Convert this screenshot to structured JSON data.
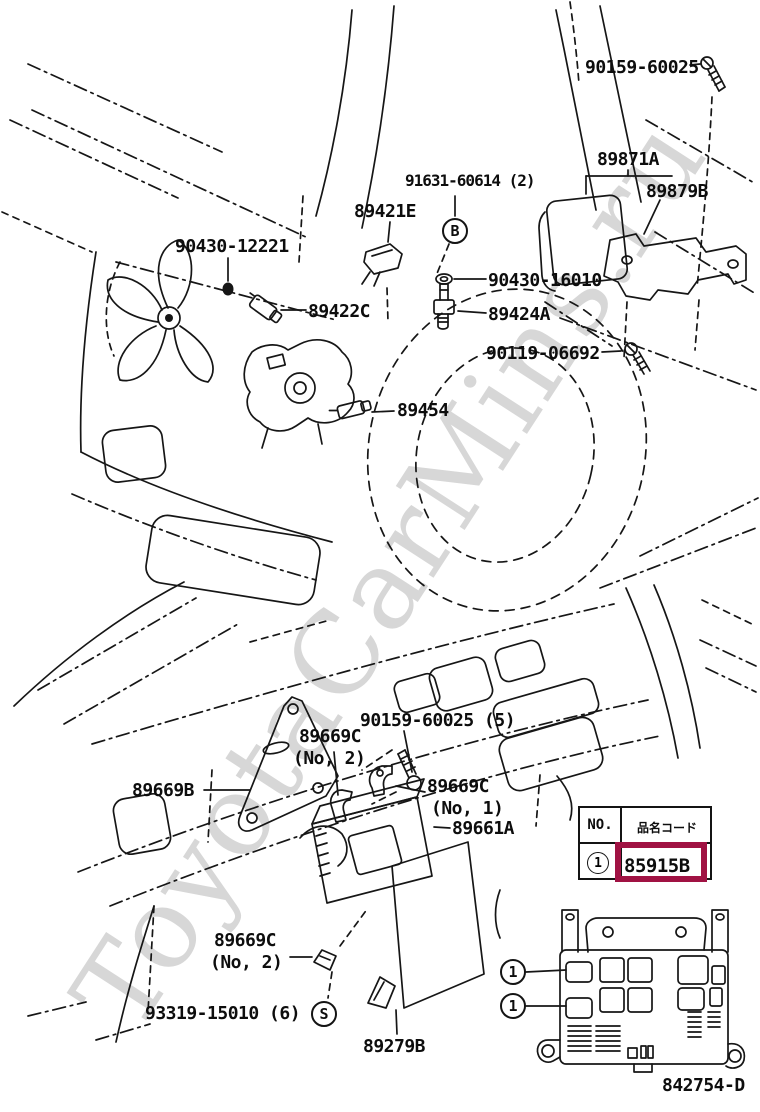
{
  "watermark": {
    "text": "ToyotaCarMins.ru"
  },
  "footer": {
    "diagram_code": "842754-D"
  },
  "part_labels": {
    "t1": "90159-60025",
    "t2": "89871A",
    "t3": "89879B",
    "t4": "91631-60614 (2)",
    "t5": "89421E",
    "t6": "90430-12221",
    "t7": "90430-16010",
    "t8": "89422C",
    "t9": "89424A",
    "t10": "90119-06692",
    "t11": "89454",
    "b1": "90159-60025 (5)",
    "b2": "89669C",
    "b2_sub": "(No, 2)",
    "b3": "89669C",
    "b3_sub": "(No, 1)",
    "b4": "89669B",
    "b5": "89661A",
    "b6": "89669C",
    "b6_sub": "(No, 2)",
    "b7": "93319-15010 (6)",
    "b8": "89279B"
  },
  "callouts": {
    "bolt_type_b": "B",
    "screw_type_s": "S",
    "ref_no_1": "1"
  },
  "parts_table": {
    "col_no": "NO.",
    "col_code": "品名コード",
    "row1_no": "1",
    "row1_code": "85915B"
  },
  "colors": {
    "highlight_box": "#a01243",
    "line": "#161616",
    "watermark": "#d7d7d7"
  }
}
